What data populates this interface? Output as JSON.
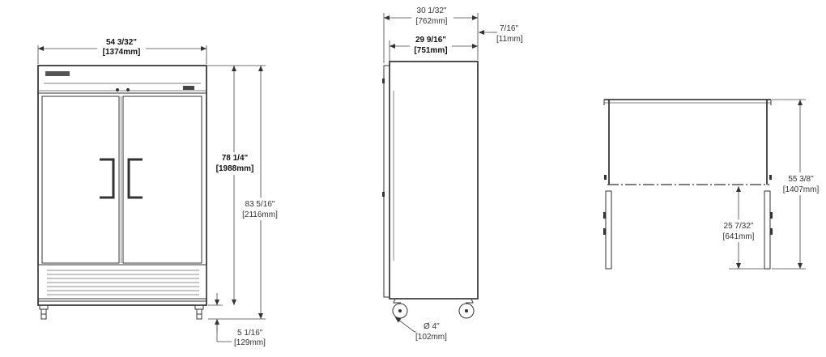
{
  "front_view": {
    "width_in": "54 3/32\"",
    "width_mm": "[1374mm]",
    "door_height_in": "78 1/4\"",
    "door_height_mm": "[1988mm]",
    "overall_height_in": "83 5/16\"",
    "overall_height_mm": "[2116mm]",
    "caster_height_in": "5 1/16\"",
    "caster_height_mm": "[129mm]"
  },
  "side_view": {
    "overall_depth_in": "30 1/32\"",
    "overall_depth_mm": "[762mm]",
    "cabinet_depth_in": "29 9/16\"",
    "cabinet_depth_mm": "[751mm]",
    "door_thickness_in": "7/16\"",
    "door_thickness_mm": "[11mm]",
    "caster_diameter_in": "Ø 4\"",
    "caster_diameter_mm": "[102mm]"
  },
  "top_view": {
    "depth_in": "55 3/8\"",
    "depth_mm": "[1407mm]",
    "door_swing_in": "25 7/32\"",
    "door_swing_mm": "[641mm]"
  }
}
